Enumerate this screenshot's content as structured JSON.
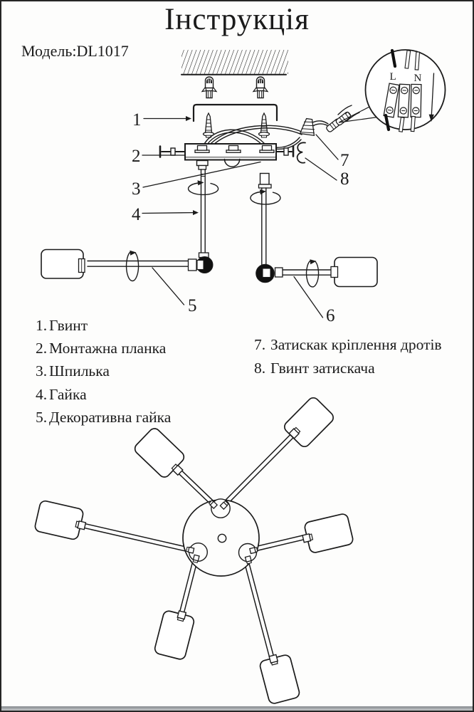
{
  "page": {
    "title": "Інструкція",
    "model": "Модель:DL1017"
  },
  "callouts": {
    "c1": "1",
    "c2": "2",
    "c3": "3",
    "c4": "4",
    "c5": "5",
    "c6": "6",
    "c7": "7",
    "c8": "8"
  },
  "inset": {
    "live": "L",
    "neutral": "N"
  },
  "legend": {
    "left": [
      {
        "num": "1.",
        "label": "Гвинт"
      },
      {
        "num": "2.",
        "label": "Монтажна планка"
      },
      {
        "num": "3.",
        "label": "Шпилька"
      },
      {
        "num": "4.",
        "label": "Гайка"
      },
      {
        "num": "5.",
        "label": "Декоративна гайка"
      }
    ],
    "right": [
      {
        "num": "7.",
        "label": "Затискак кріплення дротів"
      },
      {
        "num": "8.",
        "label": "Гвинт затискача"
      }
    ]
  },
  "colors": {
    "ink": "#1b1b1b",
    "paper": "#fdfdfc"
  }
}
